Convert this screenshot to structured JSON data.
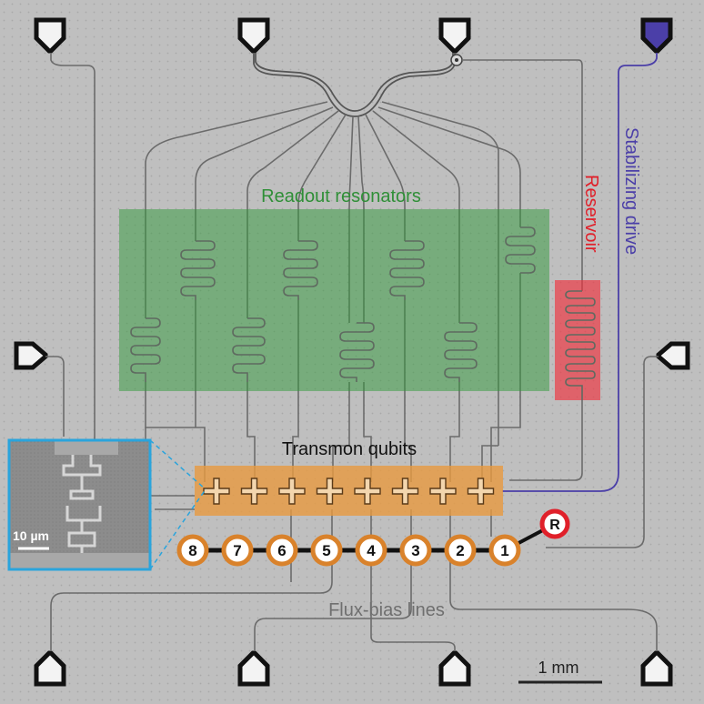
{
  "labels": {
    "readout_resonators": "Readout resonators",
    "reservoir": "Reservoir",
    "stabilizing_drive": "Stabilizing drive",
    "transmon_qubits": "Transmon qubits",
    "flux_bias_lines": "Flux-bias lines",
    "scale_bar": "1 mm",
    "inset_scale_bar": "10 µm"
  },
  "qubits": [
    "8",
    "7",
    "6",
    "5",
    "4",
    "3",
    "2",
    "1"
  ],
  "reservoir_node": "R",
  "colors": {
    "readout_region": "#2f9a3a",
    "reservoir_region": "#f0303c",
    "stabilizing_drive": "#4b3fa8",
    "transmon_region": "#e89a40",
    "qubit_ring": "#d9822b",
    "reservoir_ring": "#e0202a",
    "inset_border": "#2aa4dc",
    "chip_background": "#bdbdbd"
  }
}
